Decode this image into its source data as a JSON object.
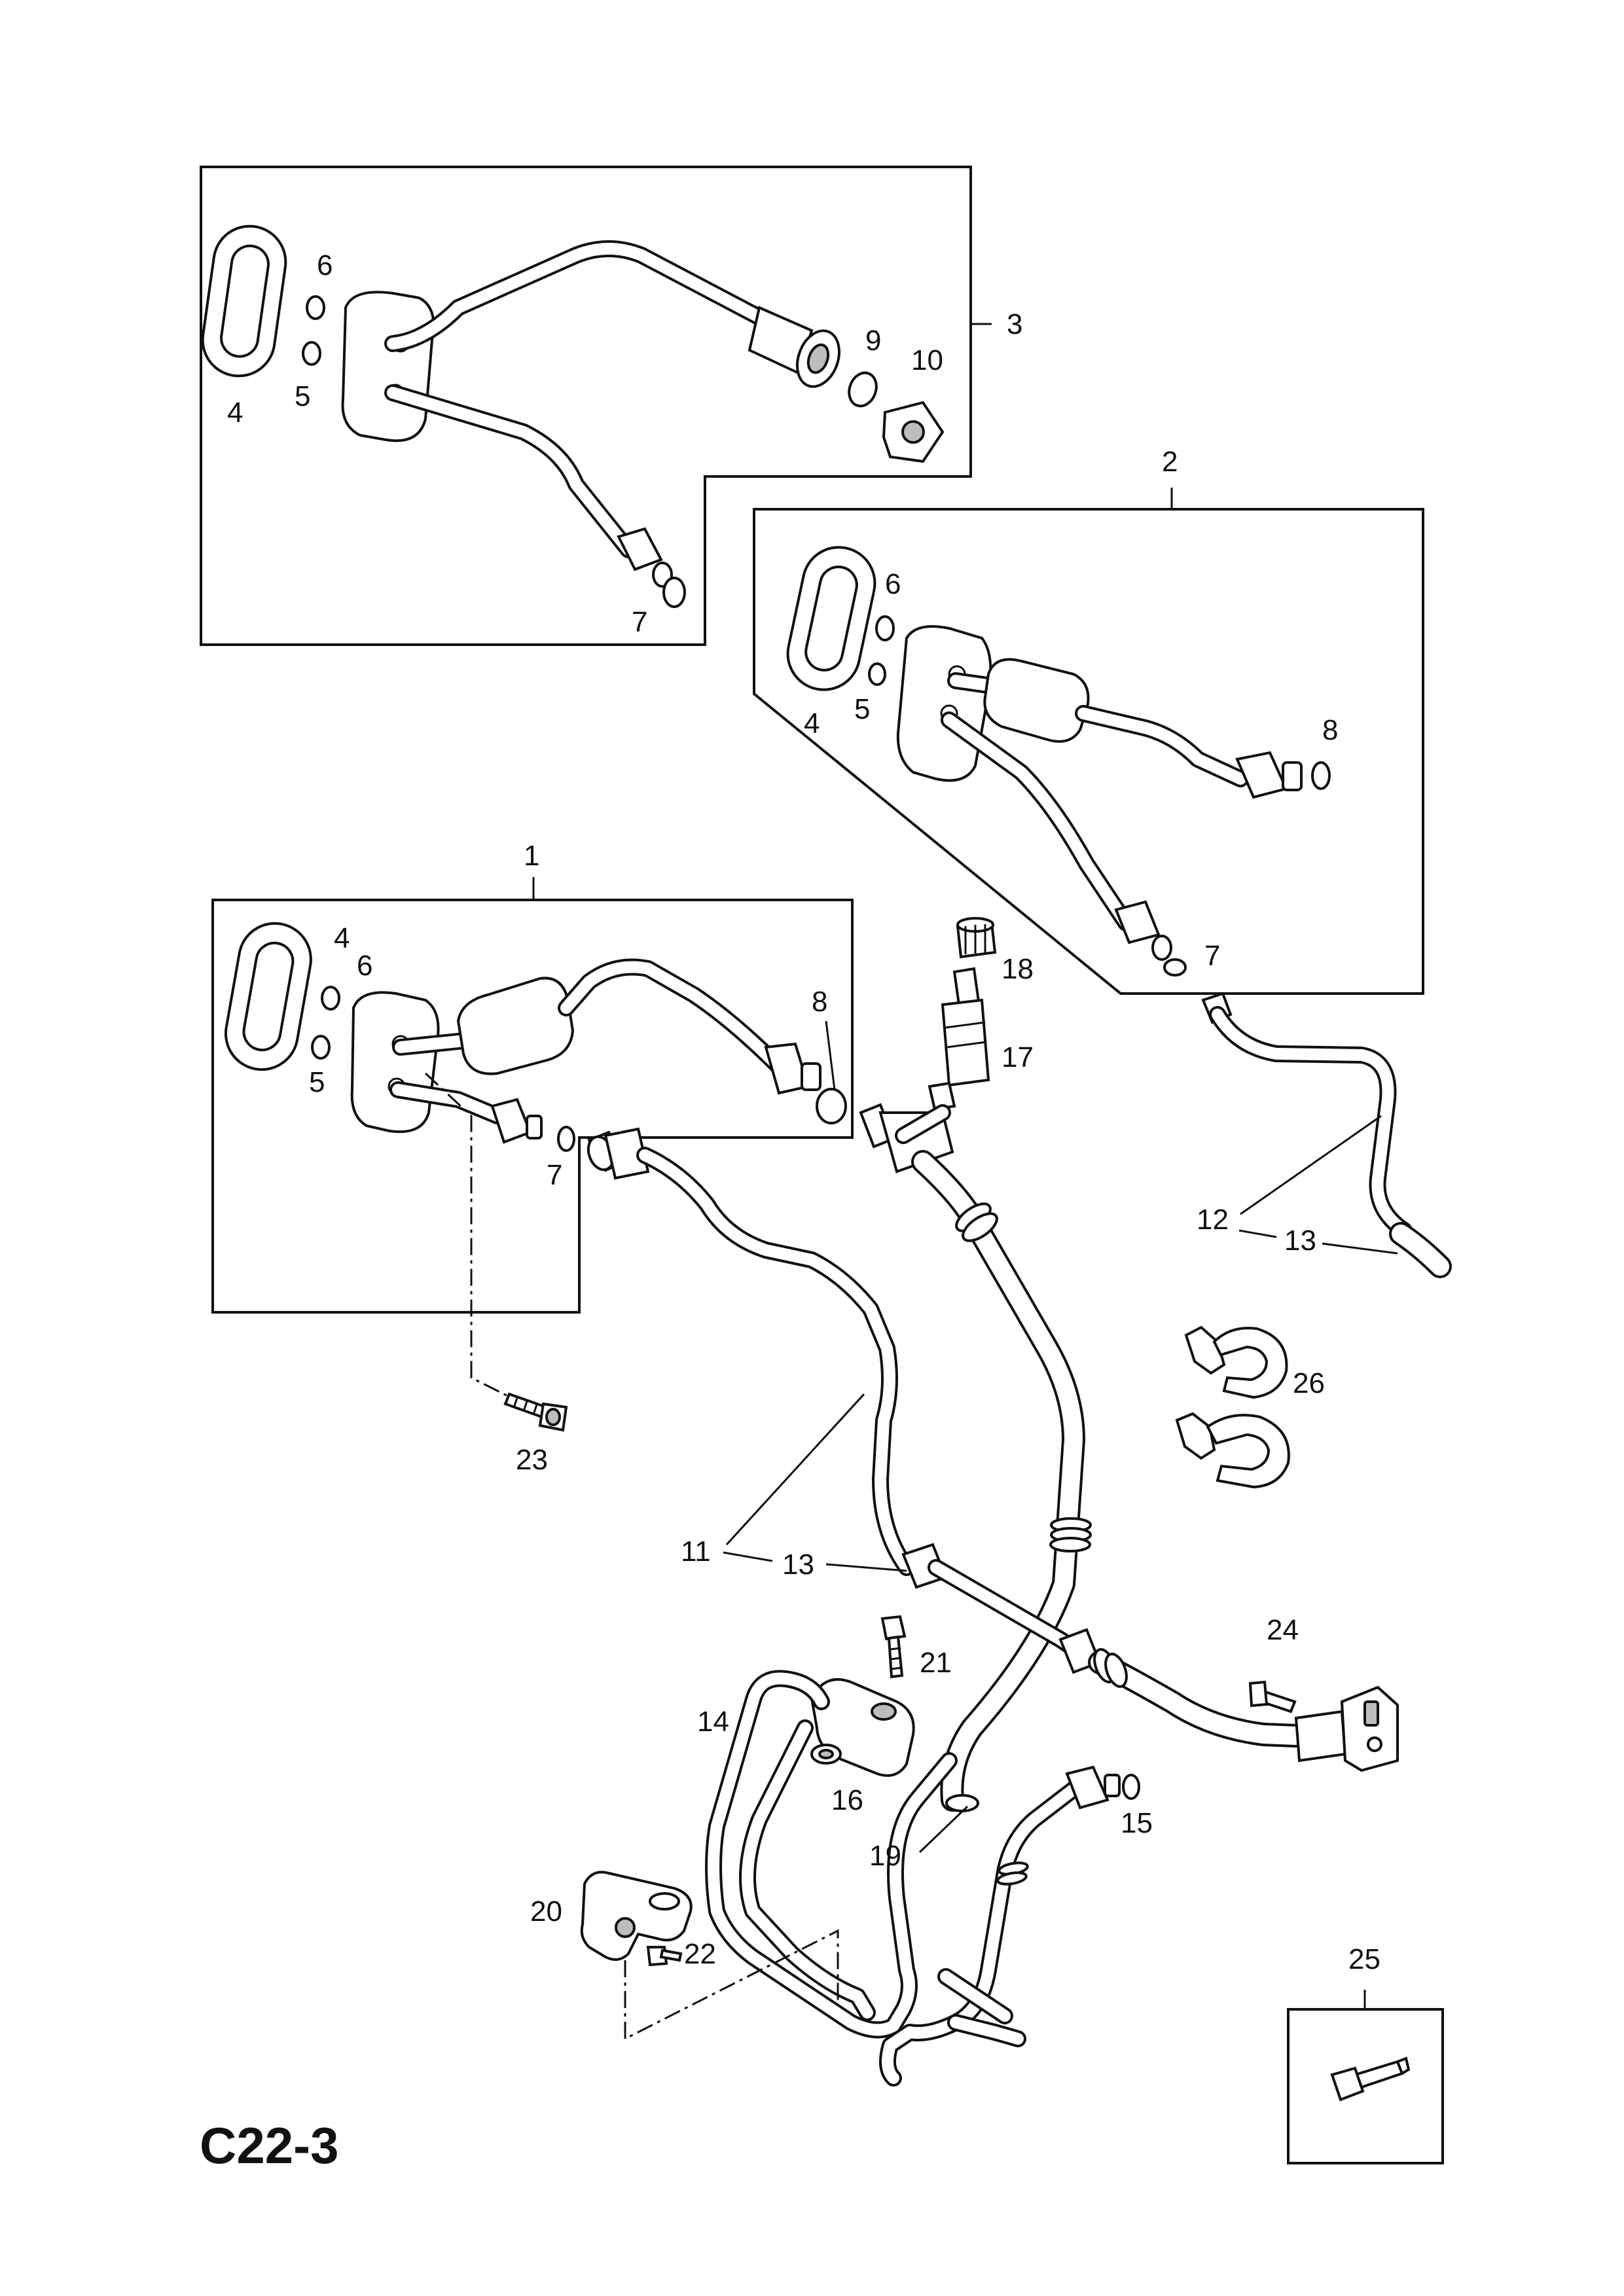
{
  "diagram_code": "C22-3",
  "callouts": {
    "c1": "1",
    "c2": "2",
    "c3": "3",
    "b3_4": "4",
    "b3_5": "5",
    "b3_6": "6",
    "b3_7": "7",
    "b3_9": "9",
    "b3_10": "10",
    "b2_4": "4",
    "b2_5": "5",
    "b2_6": "6",
    "b2_7": "7",
    "b2_8": "8",
    "b1_4": "4",
    "b1_5": "5",
    "b1_6": "6",
    "b1_7": "7",
    "b1_8": "8",
    "c11": "11",
    "c12": "12",
    "c13a": "13",
    "c13b": "13",
    "c14": "14",
    "c15": "15",
    "c16": "16",
    "c17": "17",
    "c18": "18",
    "c19": "19",
    "c20": "20",
    "c21": "21",
    "c22": "22",
    "c23": "23",
    "c24": "24",
    "c25": "25",
    "c26": "26"
  },
  "icons": [
    "seal-gasket-icon",
    "o-ring-icon",
    "pipe-fitting-icon",
    "valve-icon",
    "clip-icon",
    "bolt-icon",
    "bracket-icon"
  ]
}
